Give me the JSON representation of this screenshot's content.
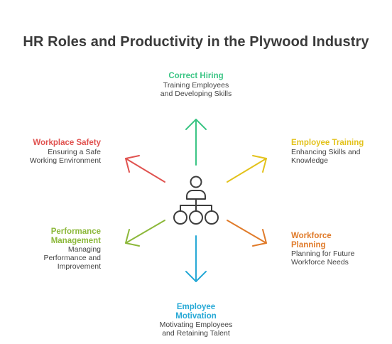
{
  "title": "HR Roles and Productivity in the Plywood Industry",
  "center": {
    "icon": "organization-hierarchy-icon"
  },
  "nodes": {
    "correct_hiring": {
      "heading": "Correct Hiring",
      "lines": [
        "Training Employees",
        "and Developing Skills"
      ],
      "color": "#3cc585"
    },
    "employee_training": {
      "heading": "Employee Training",
      "lines": [
        "Enhancing Skills and",
        "Knowledge"
      ],
      "color": "#e3c21b"
    },
    "workforce_planning": {
      "heading_lines": [
        "Workforce",
        "Planning"
      ],
      "lines": [
        "Planning for Future",
        "Workforce Needs"
      ],
      "color": "#e07b2a"
    },
    "employee_motivation": {
      "heading_lines": [
        "Employee",
        "Motivation"
      ],
      "lines": [
        "Motivating Employees",
        "and Retaining Talent"
      ],
      "color": "#27a9d6"
    },
    "performance_management": {
      "heading_lines": [
        "Performance",
        "Management"
      ],
      "lines": [
        "Managing",
        "Performance and",
        "Improvement"
      ],
      "color": "#8cb83a"
    },
    "workplace_safety": {
      "heading": "Workplace Safety",
      "lines": [
        "Ensuring a Safe",
        "Working Environment"
      ],
      "color": "#e0524f"
    }
  }
}
